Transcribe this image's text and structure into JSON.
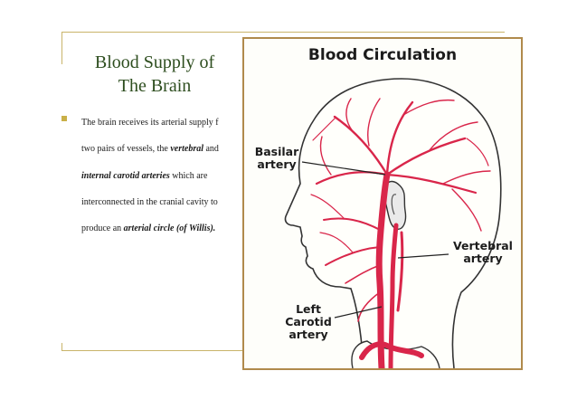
{
  "slide": {
    "title_line1": "Blood Supply of",
    "title_line2": "The Brain",
    "bullet": {
      "line1": "The brain receives its arterial supply f",
      "line2_pre": "two pairs of vessels, the ",
      "line2_bi": "vertebral",
      "line2_post": " and",
      "line3_bi": "internal carotid arteries",
      "line3_post": " which are",
      "line4": "interconnected in the cranial cavity to",
      "line5_pre": "produce an ",
      "line5_bi": "arterial circle (of Willis)."
    }
  },
  "figure": {
    "title": "Blood Circulation",
    "labels": {
      "basilar_1": "Basilar",
      "basilar_2": "artery",
      "vertebral_1": "Vertebral",
      "vertebral_2": "artery",
      "carotid_1": "Left",
      "carotid_2": "Carotid",
      "carotid_3": "artery"
    },
    "colors": {
      "artery": "#d9264a",
      "outline": "#333333",
      "frame": "#b08a4c"
    }
  }
}
